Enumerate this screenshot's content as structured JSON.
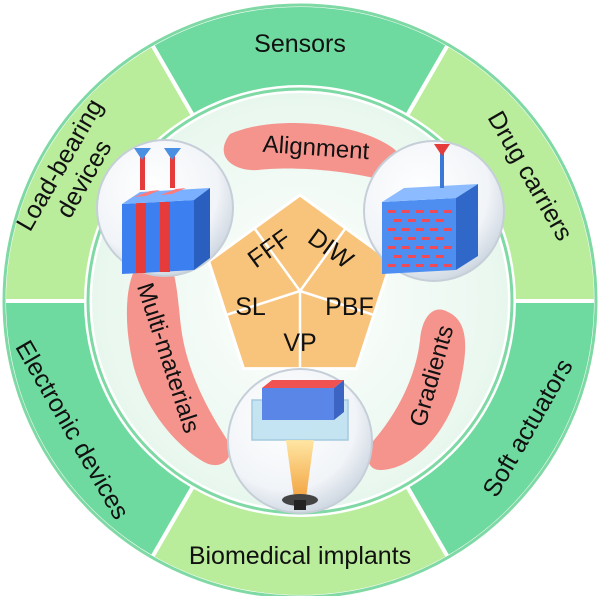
{
  "applications": [
    {
      "label_lines": [
        "Sensors"
      ]
    },
    {
      "label_lines": [
        "Drug carriers"
      ]
    },
    {
      "label_lines": [
        "Soft actuators"
      ]
    },
    {
      "label_lines": [
        "Biomedical implants"
      ]
    },
    {
      "label_lines": [
        "Electronic devices"
      ]
    },
    {
      "label_lines": [
        "Load-bearing",
        "devices"
      ]
    }
  ],
  "features": [
    {
      "label": "Alignment"
    },
    {
      "label": "Gradients"
    },
    {
      "label": "Multi-materials"
    }
  ],
  "techniques": [
    {
      "label": "FFF"
    },
    {
      "label": "DIW"
    },
    {
      "label": "PBF"
    },
    {
      "label": "VP"
    },
    {
      "label": "SL"
    }
  ],
  "colors": {
    "outer_ring_light": "#b9ed9c",
    "outer_ring_dark": "#6fdaa0",
    "feature_band": "#f4948d",
    "pentagon": "#f8c47b",
    "bubble": "#eef2f6"
  },
  "illustrations": [
    {
      "name": "fff-block-illustration"
    },
    {
      "name": "diw-block-illustration"
    },
    {
      "name": "vp-block-illustration"
    }
  ]
}
